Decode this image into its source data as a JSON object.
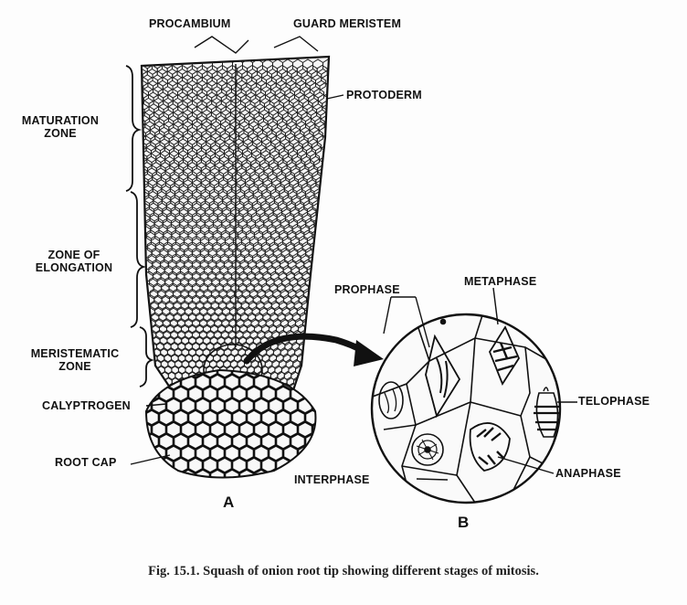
{
  "labels": {
    "procambium": "PROCAMBIUM",
    "guard_meristem": "GUARD MERISTEM",
    "protoderm": "PROTODERM",
    "maturation_zone": [
      "MATURATION",
      "ZONE"
    ],
    "zone_of_elongation": [
      "ZONE OF",
      "ELONGATION"
    ],
    "meristematic_zone": [
      "MERISTEMATIC",
      "ZONE"
    ],
    "calyptrogen": "CALYPTROGEN",
    "root_cap": "ROOT CAP",
    "panel_a": "A",
    "prophase": "PROPHASE",
    "metaphase": "METAPHASE",
    "telophase": "TELOPHASE",
    "interphase": "INTERPHASE",
    "anaphase": "ANAPHASE",
    "panel_b": "B"
  },
  "caption": "Fig. 15.1. Squash of onion root tip showing different stages of mitosis.",
  "colors": {
    "ink": "#111111",
    "background": "#fdfdfd"
  }
}
